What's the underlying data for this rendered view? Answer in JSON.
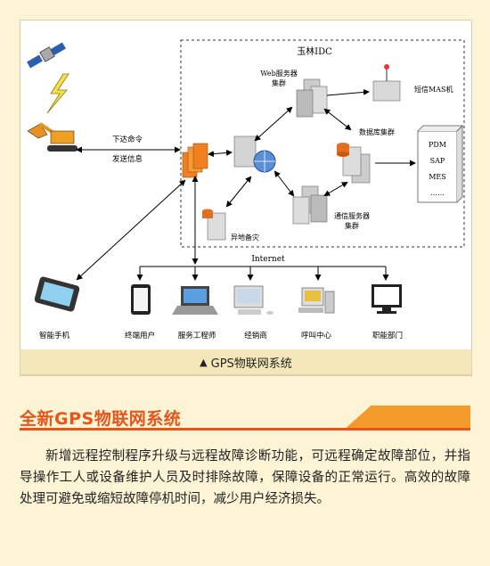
{
  "diagram": {
    "cluster_title": "玉林IDC",
    "web_server": [
      "Web服务器",
      "集群"
    ],
    "sms_gateway": "短信MAS机",
    "db_cluster": "数据库集群",
    "comm_server": [
      "通信服务器",
      "集群"
    ],
    "backup": "异地备灾",
    "systems": [
      "PDM",
      "SAP",
      "MES",
      "……"
    ],
    "link_labels": [
      "下达命令",
      "发送信息"
    ],
    "internet": "Internet",
    "clients": [
      "智能手机",
      "终端用户",
      "服务工程师",
      "经销商",
      "呼叫中心",
      "职能部门"
    ],
    "caption": "GPS物联网系统",
    "colors": {
      "accent": "#e8541b",
      "wedge": "#f39a2a",
      "page_bg": "#fdf4d6"
    }
  },
  "section": {
    "title": "全新GPS物联网系统",
    "body": "新增远程控制程序升级与远程故障诊断功能，可远程确定故障部位，并指导操作工人或设备维护人员及时排除故障，保障设备的正常运行。高效的故障处理可避免或缩短故障停机时间，减少用户经济损失。"
  }
}
